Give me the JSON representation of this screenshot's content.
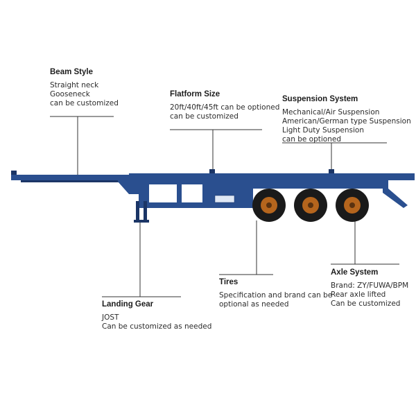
{
  "callouts": {
    "beam_style": {
      "title": "Beam Style",
      "lines": [
        "Straight neck",
        "Gooseneck",
        "can be customized"
      ]
    },
    "flatform_size": {
      "title": "Flatform Size",
      "lines": [
        "20ft/40ft/45ft can be optioned",
        "can be customized"
      ]
    },
    "suspension_system": {
      "title": "Suspension System",
      "lines": [
        "Mechanical/Air Suspension",
        "American/German type Suspension",
        "Light Duty Suspension",
        "can be  optioned"
      ]
    },
    "tires": {
      "title": "Tires",
      "lines": [
        "Specification and brand can be",
        "optional as needed"
      ]
    },
    "axle_system": {
      "title": "Axle System",
      "lines": [
        "Brand: ZY/FUWA/BPM",
        "Rear axle lifted",
        "Can be customized"
      ]
    },
    "landing_gear": {
      "title": "Landing Gear",
      "lines": [
        "JOST",
        "Can be customized as needed"
      ]
    }
  },
  "colors": {
    "frame": "#2a4f8f",
    "frame_dark": "#1b3566",
    "tire": "#1a1a1a",
    "rim": "#b5651d",
    "leader_line": "#333333"
  }
}
